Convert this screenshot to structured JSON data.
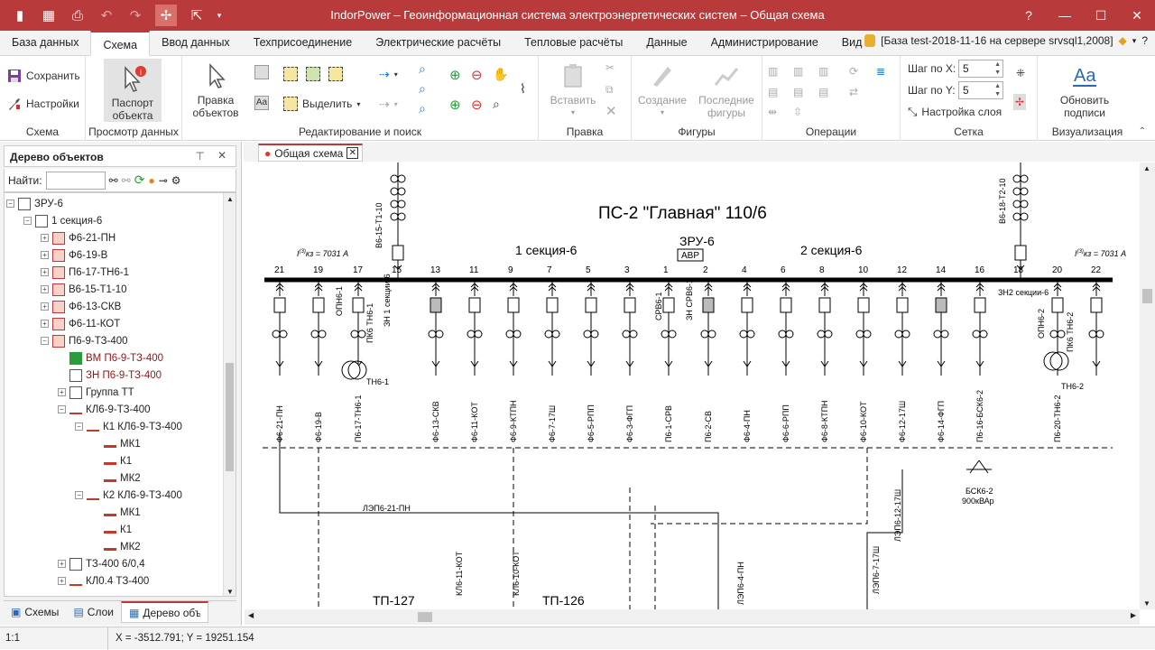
{
  "window": {
    "title": "IndorPower – Геоинформационная система электроэнергетических систем – Общая схема"
  },
  "menu": {
    "tabs": [
      "База данных",
      "Схема",
      "Ввод данных",
      "Техприсоединение",
      "Электрические расчёты",
      "Тепловые расчёты",
      "Данные",
      "Администрирование",
      "Вид"
    ],
    "selected": "Схема",
    "db_info": "[База test-2018-11-16 на сервере srvsql1,2008]"
  },
  "ribbon": {
    "schema": {
      "save": "Сохранить",
      "settings": "Настройки",
      "label": "Схема"
    },
    "view": {
      "passport": "Паспорт объекта",
      "label": "Просмотр данных"
    },
    "edit": {
      "edit_objects": "Правка объектов",
      "select": "Выделить",
      "label": "Редактирование и поиск"
    },
    "clipboard": {
      "paste": "Вставить",
      "label": "Правка"
    },
    "figures": {
      "create": "Создание",
      "last": "Последние фигуры",
      "label": "Фигуры"
    },
    "operations": {
      "label": "Операции"
    },
    "grid": {
      "step_x_label": "Шаг по X:",
      "step_x": "5",
      "step_y_label": "Шаг по Y:",
      "step_y": "5",
      "layer_settings": "Настройка слоя",
      "label": "Сетка"
    },
    "viz": {
      "update": "Обновить подписи",
      "label": "Визуализация"
    }
  },
  "tree_panel": {
    "title": "Дерево объектов",
    "find_label": "Найти:",
    "items": [
      {
        "label": "ЗРУ-6",
        "level": 2
      },
      {
        "label": "1 секция-6",
        "level": 3
      },
      {
        "label": "Ф6-21-ПН",
        "level": 4
      },
      {
        "label": "Ф6-19-В",
        "level": 4
      },
      {
        "label": "П6-17-ТН6-1",
        "level": 4
      },
      {
        "label": "В6-15-Т1-10",
        "level": 4
      },
      {
        "label": "Ф6-13-СКВ",
        "level": 4
      },
      {
        "label": "Ф6-11-КОТ",
        "level": 4
      },
      {
        "label": "П6-9-ТЗ-400",
        "level": 4
      },
      {
        "label": "ВМ П6-9-ТЗ-400",
        "level": 5
      },
      {
        "label": "ЗН П6-9-ТЗ-400",
        "level": 5
      },
      {
        "label": "Группа ТТ",
        "level": 5
      },
      {
        "label": "КЛ6-9-ТЗ-400",
        "level": 5
      },
      {
        "label": "К1 КЛ6-9-ТЗ-400",
        "level": 6
      },
      {
        "label": "МК1",
        "level": 7
      },
      {
        "label": "К1",
        "level": 7
      },
      {
        "label": "МК2",
        "level": 7
      },
      {
        "label": "К2 КЛ6-9-ТЗ-400",
        "level": 6
      },
      {
        "label": "МК1",
        "level": 7
      },
      {
        "label": "К1",
        "level": 7
      },
      {
        "label": "МК2",
        "level": 7
      },
      {
        "label": "ТЗ-400 6/0,4",
        "level": 5
      },
      {
        "label": "КЛ0.4 ТЗ-400",
        "level": 5
      }
    ],
    "bottom_tabs": [
      "Схемы",
      "Слои",
      "Дерево объектов"
    ]
  },
  "document": {
    "tab": "Общая схема"
  },
  "diagram": {
    "title": "ПС-2  \"Главная\" 110/6",
    "section1": "1 секция-6",
    "section2": "2 секция-6",
    "zru": "ЗРУ-6",
    "avr": "АВР",
    "ikz_left": "кз = 7031 А",
    "ikz_right": "кз = 7031 А",
    "cell_numbers": [
      "21",
      "19",
      "17",
      "15",
      "13",
      "11",
      "9",
      "7",
      "5",
      "3",
      "1",
      "2",
      "4",
      "6",
      "8",
      "10",
      "12",
      "14",
      "16",
      "18",
      "20",
      "22"
    ],
    "feeders_left": [
      "Ф6-21-ПН",
      "Ф6-19-В",
      "П6-17-ТН6-1",
      "Ф6-13-СКВ",
      "Ф6-11-КОТ",
      "Ф6-9-КТПН",
      "Ф6-7-17Ш",
      "Ф6-5-РПП",
      "Ф6-3-ФГП",
      "П6-1-СРВ"
    ],
    "feeders_right": [
      "П6-2-СВ",
      "Ф6-4-ПН",
      "Ф6-6-РПП",
      "Ф6-8-КТПН",
      "Ф6-10-КОТ",
      "Ф6-12-17Ш",
      "Ф6-14-ФГП",
      "П6-16-БСК6-2",
      "П6-20-ТН6-2"
    ],
    "incomer_left": "В6-15-Т1-10",
    "incomer_right": "В6-18-Т2-10",
    "zn1": "ЗН 1 секции-6",
    "zn2": "ЗН2 секции-6",
    "onp1": "ОПН6-1",
    "onp2": "ОПН6-2",
    "pk1": "ПК6 ТН6-1",
    "pk2": "ПК6 ТН6-2",
    "tn1": "ТН6-1",
    "tn2": "ТН6-2",
    "srv": "СРВ6-1",
    "zn_srv": "ЗН СРВ6-1",
    "bsk": "БСК6-2",
    "bsk_power": "900кВАр",
    "lep_pn": "ЛЭП6-21-ПН",
    "lep_4pn": "ЛЭП6-4-ПН",
    "lep_7": "ЛЭП6-7-17Ш",
    "lep_12": "ЛЭП6-12-17Ш",
    "kl_11": "КЛ6-11-КОТ",
    "kl_10": "КЛ6-10-КОТ",
    "tp127": "ТП-127",
    "tp126": "ТП-126"
  },
  "status": {
    "scale": "1:1",
    "coords": "X = -3512.791; Y = 19251.154"
  },
  "colors": {
    "accent": "#b83a3a",
    "bus": "#000000"
  }
}
